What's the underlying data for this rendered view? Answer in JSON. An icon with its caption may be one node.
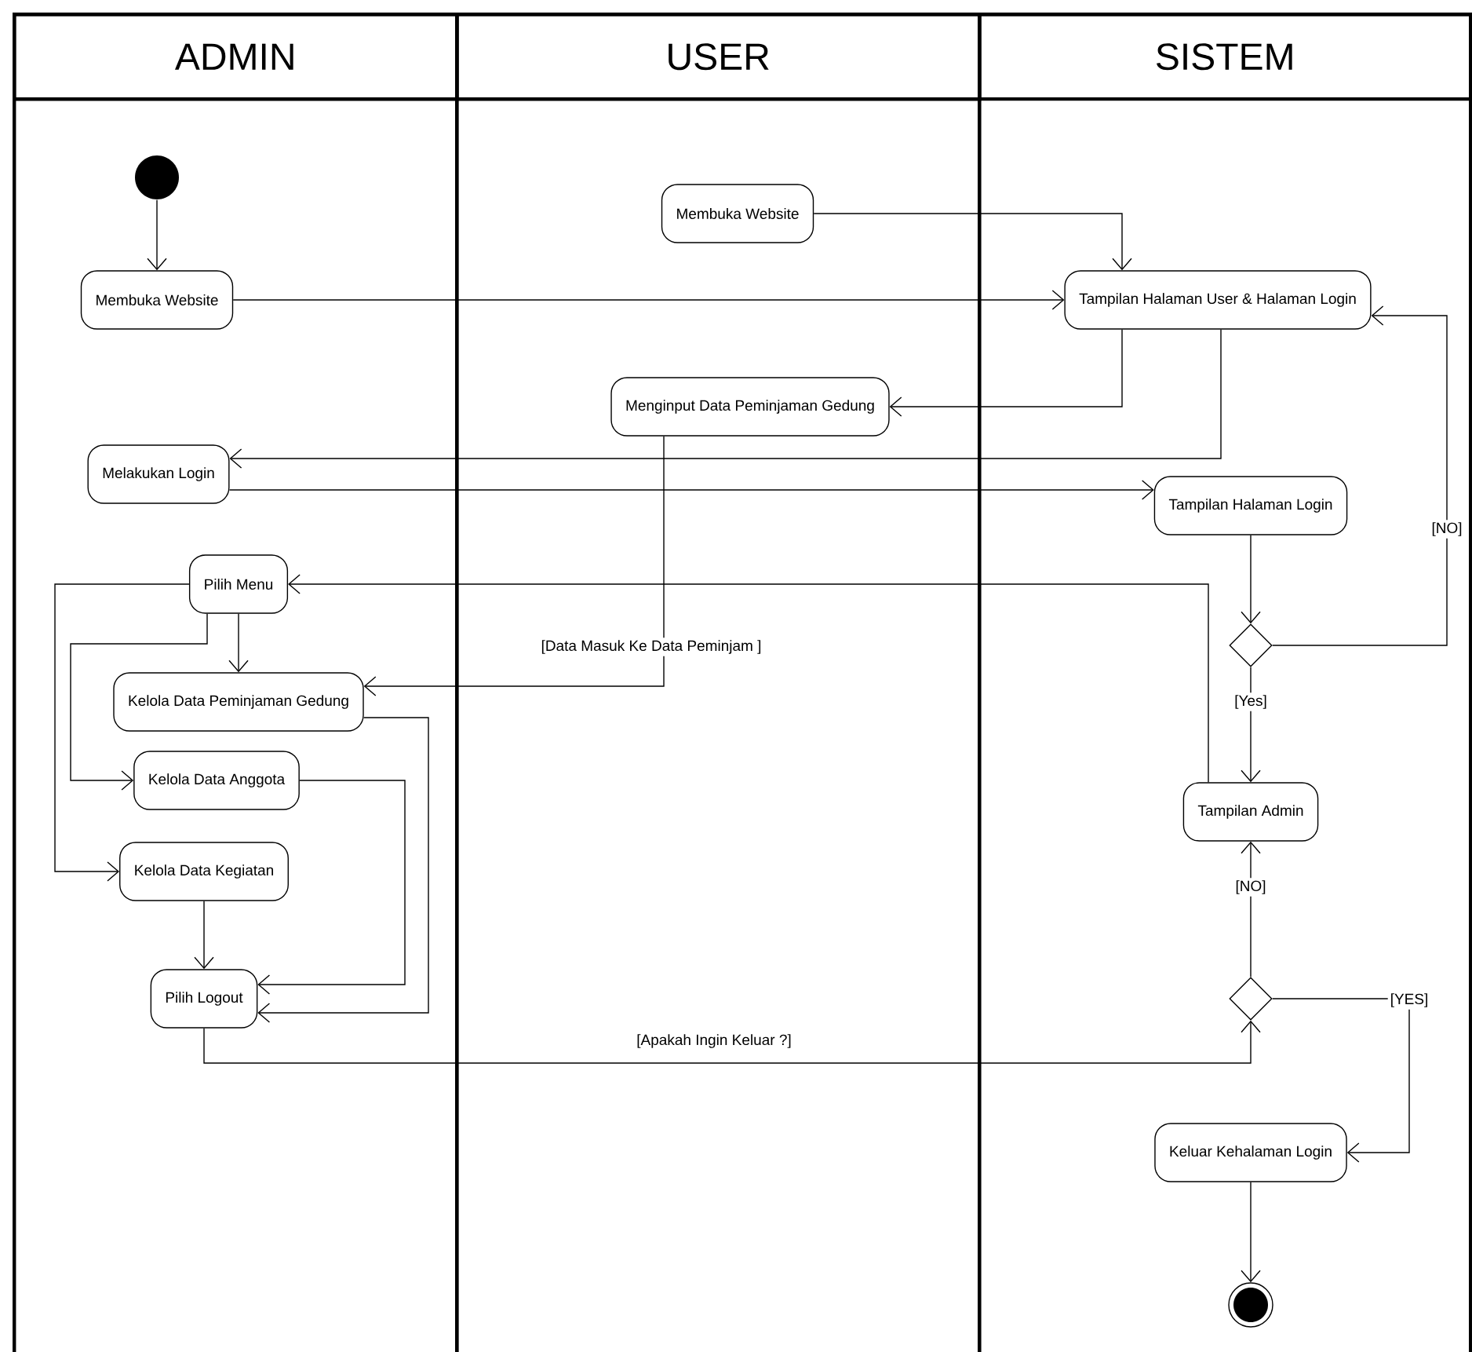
{
  "diagram": {
    "nodes": [
      {
        "text": [
          "ADMIN"
        ]
      },
      {
        "text": [
          "USER"
        ]
      },
      {
        "text": [
          "SISTEM"
        ]
      },
      {
        "text": [],
        "shape": "circle",
        "in": 0
      },
      {
        "text": [
          "Membuka Website"
        ],
        "in": 0
      },
      {
        "text": [
          "Membuka Website"
        ],
        "in": 1
      },
      {
        "text": [
          "Tampilan Halaman User & Halaman Login"
        ],
        "in": 2
      },
      {
        "text": [
          "Menginput Data Peminjaman Gedung"
        ],
        "in": 1
      },
      {
        "text": [
          "Melakukan Login"
        ],
        "in": 0
      },
      {
        "text": [
          "Tampilan Halaman Login"
        ],
        "in": 2
      },
      {
        "text": [
          "Pilih Menu"
        ],
        "in": 0
      },
      {
        "text": [],
        "shape": "diamond",
        "in": 2
      },
      {
        "text": [
          "Kelola Data Peminjaman Gedung"
        ],
        "in": 0
      },
      {
        "text": [
          "Kelola Data Anggota"
        ],
        "in": 0
      },
      {
        "text": [
          "Tampilan Admin"
        ],
        "in": 2
      },
      {
        "text": [
          "Kelola Data Kegiatan"
        ],
        "in": 0
      },
      {
        "text": [
          "Pilih Logout"
        ],
        "in": 0
      },
      {
        "text": [],
        "shape": "diamond",
        "in": 2
      },
      {
        "text": [
          "Keluar Kehalaman Login"
        ],
        "in": 2
      },
      {
        "text": [],
        "shape": "circle",
        "in": 2
      }
    ],
    "edges": [
      {
        "from": 3,
        "to": 4,
        "arrow": "to"
      },
      {
        "from": 5,
        "to": 6,
        "arrow": "to"
      },
      {
        "from": 4,
        "to": 6,
        "arrow": "to"
      },
      {
        "from": 6,
        "to": 7,
        "arrow": "to"
      },
      {
        "from": 6,
        "to": 8,
        "arrow": "to"
      },
      {
        "from": 8,
        "to": 9,
        "arrow": "to"
      },
      {
        "from": 9,
        "to": 11,
        "arrow": "to"
      },
      {
        "from": 11,
        "to": 6,
        "arrow": "to",
        "label": "[NO]"
      },
      {
        "from": 11,
        "to": 14,
        "arrow": "to",
        "label": "[Yes]"
      },
      {
        "from": 14,
        "to": 10,
        "arrow": "to"
      },
      {
        "from": 10,
        "to": 12,
        "arrow": "to"
      },
      {
        "from": 10,
        "to": 13,
        "arrow": "to"
      },
      {
        "from": 10,
        "to": 15,
        "arrow": "to"
      },
      {
        "from": 7,
        "to": 12,
        "arrow": "to",
        "label": "[Data Masuk Ke Data Peminjam ]"
      },
      {
        "from": 12,
        "to": 16,
        "arrow": "to"
      },
      {
        "from": 13,
        "to": 16,
        "arrow": "to"
      },
      {
        "from": 15,
        "to": 16,
        "arrow": "to"
      },
      {
        "from": 16,
        "to": 17,
        "arrow": "to",
        "label": "[Apakah Ingin Keluar ?]"
      },
      {
        "from": 17,
        "to": 14,
        "arrow": "to",
        "label": "[NO]"
      },
      {
        "from": 17,
        "to": 18,
        "arrow": "to",
        "label": "[YES]"
      },
      {
        "from": 18,
        "to": 19,
        "arrow": "to"
      }
    ]
  }
}
